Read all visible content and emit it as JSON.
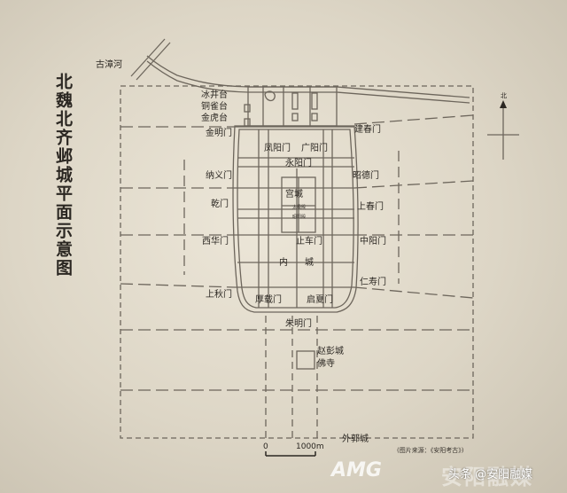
{
  "title": "北魏北齐邺城平面示意图",
  "river": "古漳河",
  "terraces": [
    "冰井台",
    "铜雀台",
    "金虎台"
  ],
  "gates": {
    "jinming": "金明门",
    "fengyang": "凤阳门",
    "guangyang": "广阳门",
    "jianchun": "建春门",
    "yongyang": "永阳门",
    "nayi": "纳义门",
    "zhaode": "昭德门",
    "qian": "乾门",
    "shangchun": "上春门",
    "xihua": "西华门",
    "zhiche": "止车门",
    "zhongyang": "中阳门",
    "renshou": "仁寿门",
    "shangqiu": "上秋门",
    "houzai": "厚载门",
    "qixia": "启夏门",
    "zhuming": "朱明门"
  },
  "palace": "宫城",
  "palace_halls": [
    "太极殿",
    "昭阳殿"
  ],
  "inner_city": [
    "内",
    "城"
  ],
  "temple": [
    "赵彭城",
    "佛寺"
  ],
  "outer_city": "外郭城",
  "scale": {
    "zero": "0",
    "distance": "1000m"
  },
  "north": "北",
  "source": "(图片来源：《安阳考古》)",
  "watermark": {
    "logo": "AMG",
    "brand": "安阳融媒",
    "credit": "头条 @安阳融媒"
  }
}
